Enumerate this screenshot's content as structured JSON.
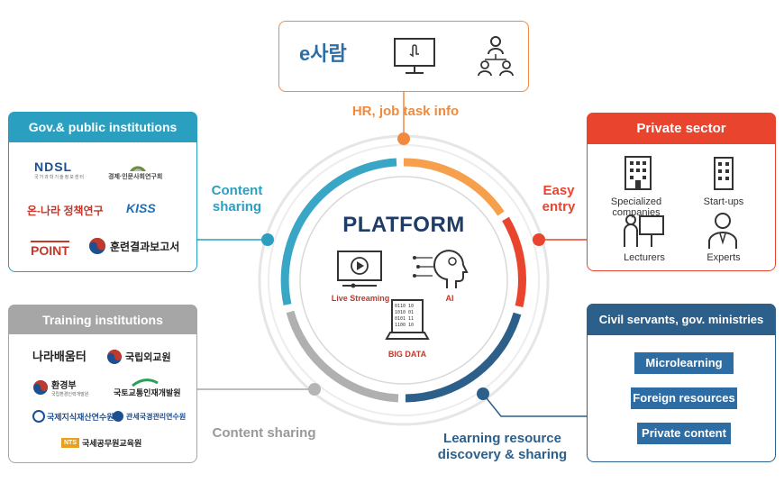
{
  "top": {
    "logo_text": "e사람",
    "label": "HR, job task info"
  },
  "center": {
    "title": "PLATFORM",
    "live_streaming": "Live Streaming",
    "ai": "AI",
    "big_data": "BIG DATA"
  },
  "gov": {
    "title": "Gov.& public institutions",
    "logos": [
      "NDSL",
      "국가과학기술정보센터",
      "경제·인문사회연구회",
      "온-나라 정책연구",
      "KISS",
      "POINT",
      "훈련결과보고서"
    ],
    "label": "Content\nsharing"
  },
  "training": {
    "title": "Training institutions",
    "logos": [
      "나라배움터",
      "국립외교원",
      "환경부",
      "국립환경인력개발원",
      "국토교통인재개발원",
      "국제지식재산연수원",
      "관세국경관리연수원",
      "국세공무원교육원"
    ],
    "label": "Content sharing"
  },
  "private": {
    "title": "Private sector",
    "items": [
      "Specialized companies",
      "Start-ups",
      "Lecturers",
      "Experts"
    ],
    "label": "Easy\nentry"
  },
  "civil": {
    "title": "Civil servants, gov. ministries",
    "chips": [
      "Microlearning",
      "Foreign resources",
      "Private content"
    ],
    "label": "Learning resource\ndiscovery & sharing"
  },
  "colors": {
    "orange": "#f08a3e",
    "teal": "#2a9fbf",
    "red": "#e8442e",
    "navy": "#2c5f8a",
    "gray": "#a6a6a6"
  }
}
